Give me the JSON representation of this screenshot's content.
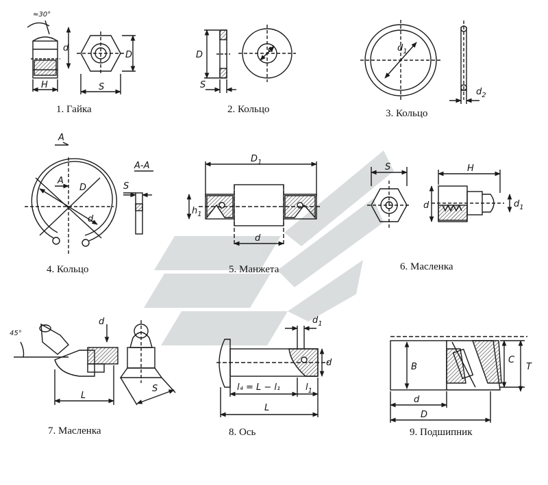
{
  "parts": [
    {
      "caption": "1. Гайка",
      "dims": {
        "angle": "≈30°",
        "d": "d",
        "D": "D",
        "H": "H",
        "S": "S"
      }
    },
    {
      "caption": "2. Кольцо",
      "dims": {
        "D": "D",
        "S": "S",
        "d": "d"
      }
    },
    {
      "caption": "3. Кольцо",
      "dims": {
        "d1": "d",
        "d1_sub": "1",
        "d2": "d",
        "d2_sub": "2"
      }
    },
    {
      "caption": "4. Кольцо",
      "dims": {
        "A": "A",
        "A2": "A",
        "D": "D",
        "d": "d",
        "section": "A-A",
        "S": "S"
      }
    },
    {
      "caption": "5. Манжета",
      "dims": {
        "D1": "D",
        "D1_sub": "1",
        "h1": "h",
        "h1_sub": "1",
        "d": "d"
      }
    },
    {
      "caption": "6. Масленка",
      "dims": {
        "S": "S",
        "H": "H",
        "d": "d",
        "d1": "d",
        "d1_sub": "1"
      }
    },
    {
      "caption": "7. Масленка",
      "dims": {
        "angle": "45°",
        "d": "d",
        "L": "L",
        "S": "S"
      }
    },
    {
      "caption": "8. Ось",
      "dims": {
        "d1": "d",
        "d1_sub": "1",
        "d": "d",
        "formula": "l₄ = L − l₁",
        "l1": "l",
        "l1_sub": "1",
        "L": "L"
      }
    },
    {
      "caption": "9. Подшипник",
      "dims": {
        "B": "B",
        "C": "C",
        "T": "T",
        "d": "d",
        "D": "D"
      }
    }
  ],
  "colors": {
    "ink": "#1a1a1a",
    "watermark": "#cfd4d4",
    "hatch": "#333333"
  }
}
